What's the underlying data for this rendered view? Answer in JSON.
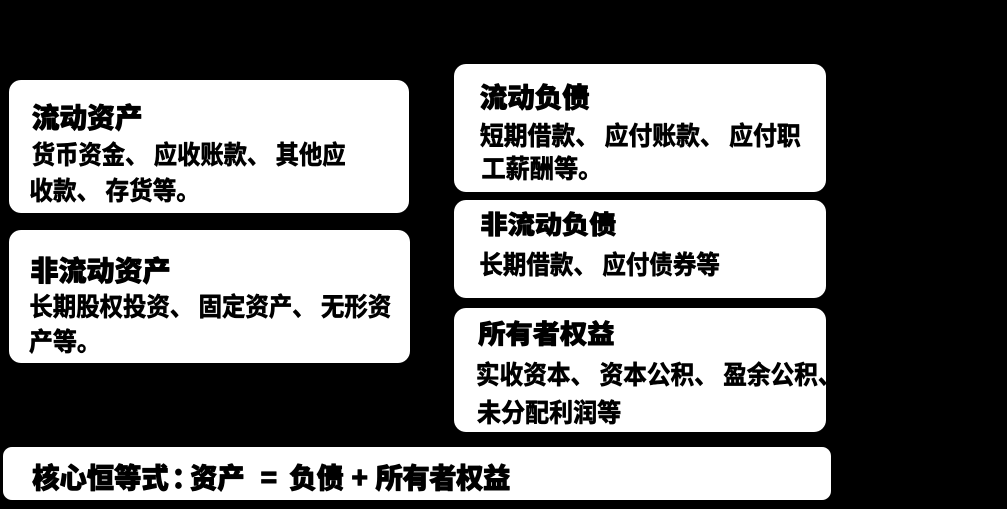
{
  "slide": {
    "background_color": "#000000",
    "card_color": "#ffffff",
    "text_color": "#000000",
    "assets_column": {
      "cards": [
        {
          "title": "流动资产",
          "body": "货币资金、 应收账款、 其他应收款、 存货等。"
        },
        {
          "title": "非流动资产",
          "body": "长期股权投资、 固定资产、 无形资产等。"
        }
      ]
    },
    "liabilities_equity_column": {
      "cards": [
        {
          "title": "流动负债",
          "body": "短期借款、 应付账款、 应付职工薪酬等。"
        },
        {
          "title": "非流动负债",
          "body": "长期借款、 应付债券等"
        },
        {
          "title": "所有者权益",
          "body": "实收资本、 资本公积、 盈余公积、 未分配利润等"
        }
      ]
    },
    "formula_bar": {
      "text": "核心恒等式：资产 = 负债 + 所有者权益"
    }
  }
}
